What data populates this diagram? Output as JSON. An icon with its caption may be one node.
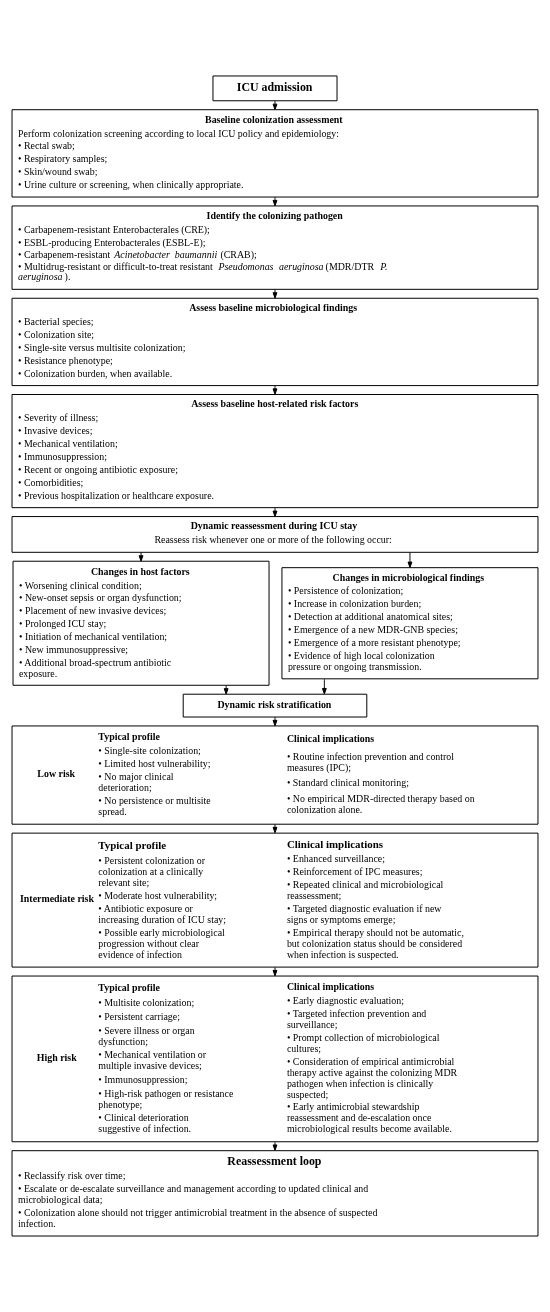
{
  "diagram": {
    "nodes": [
      {
        "text": [
          "ICU admission"
        ]
      },
      {
        "text": [
          "Baseline colonization assessment",
          "Perform colonization screening according to local ICU policy and epidemiology:",
          "• Rectal swab;",
          "• Respiratory samples;",
          "• Skin/wound swab;",
          "• Urine culture or screening, when clinically appropriate."
        ]
      },
      {
        "text": [
          "Identify the colonizing pathogen",
          "• Carbapenem-resistant Enterobacterales (CRE);",
          "• ESBL-producing Enterobacterales (ESBL-E);",
          "• Carbapenem-resistant *Acinetobacter baumannii* (CRAB);",
          "• Multidrug-resistant or difficult-to-treat resistant *Pseudomonas aeruginosa* (MDR/DTR *P. aeruginosa*)."
        ]
      },
      {
        "text": [
          "Assess baseline microbiological findings",
          "• Bacterial species;",
          "• Colonization site;",
          "• Single-site versus multisite colonization;",
          "• Resistance phenotype;",
          "• Colonization burden, when available."
        ]
      },
      {
        "text": [
          "Assess baseline host-related risk factors",
          "• Severity of illness;",
          "• Invasive devices;",
          "• Mechanical ventilation;",
          "• Immunosuppression;",
          "• Recent or ongoing antibiotic exposure;",
          "• Comorbidities;",
          "• Previous hospitalization or healthcare exposure."
        ]
      },
      {
        "text": [
          "Dynamic reassessment during ICU stay",
          "Reassess risk whenever one or more of the following occur:"
        ]
      },
      {
        "text": [
          "Changes in host factors",
          "• Worsening clinical condition;",
          "• New-onset sepsis or organ dysfunction;",
          "• Placement of new invasive devices;",
          "• Prolonged ICU stay;",
          "• Initiation of mechanical ventilation;",
          "• New immunosuppressive;",
          "• Additional broad-spectrum antibiotic exposure."
        ]
      },
      {
        "text": [
          "Changes in microbiological findings",
          "• Persistence of colonization;",
          "• Increase in colonization burden;",
          "• Detection at additional anatomical sites;",
          "• Emergence of a new MDR-GNB species;",
          "• Emergence of a more resistant phenotype;",
          "• Evidence of high local colonization pressure or ongoing transmission."
        ]
      },
      {
        "text": [
          "Dynamic risk stratification"
        ]
      },
      {
        "text": [
          "Low risk",
          "Typical profile",
          "• Single-site colonization;",
          "• Limited host vulnerability;",
          "• No major clinical deterioration;",
          "• No persistence or multisite spread.",
          "Clinical implications",
          "• Routine infection prevention and control measures (IPC);",
          "• Standard clinical monitoring;",
          "• No empirical MDR-directed therapy based on colonization alone."
        ]
      },
      {
        "text": [
          "Intermediate risk",
          "Typical profile",
          "• Persistent colonization or colonization at a clinically relevant site;",
          "• Moderate host vulnerability;",
          "• Antibiotic exposure or increasing duration of ICU stay;",
          "• Possible early microbiological progression without clear evidence of infection",
          "Clinical implications",
          "• Enhanced surveillance;",
          "• Reinforcement of IPC measures;",
          "• Repeated clinical and microbiological reassessment;",
          "• Targeted diagnostic evaluation if new signs or symptoms emerge;",
          "• Empirical therapy should not be automatic, but colonization status should be considered when infection is suspected."
        ]
      },
      {
        "text": [
          "High risk",
          "Typical profile",
          "• Multisite colonization;",
          "• Persistent carriage;",
          "• Severe illness or organ dysfunction;",
          "• Mechanical ventilation or multiple invasive devices;",
          "• Immunosuppression;",
          "• High-risk pathogen or resistance phenotype;",
          "• Clinical deterioration suggestive of infection.",
          "Clinical implications",
          "• Early diagnostic evaluation;",
          "• Targeted infection prevention and surveillance;",
          "• Prompt collection of microbiological cultures;",
          "• Consideration of empirical antimicrobial therapy active against the colonizing MDR pathogen when infection is clinically suspected;",
          "• Early antimicrobial stewardship reassessment and de-escalation once microbiological results become available."
        ]
      },
      {
        "text": [
          "Reassessment loop",
          "• Reclassify risk over time;",
          "• Escalate or de-escalate surveillance and management according to updated clinical and microbiological data;",
          "• Colonization alone should not trigger antimicrobial treatment in the absence of suspected infection."
        ]
      }
    ],
    "edges": [
      {
        "from": 0,
        "to": 1,
        "arrow": "to"
      },
      {
        "from": 1,
        "to": 2,
        "arrow": "to"
      },
      {
        "from": 2,
        "to": 3,
        "arrow": "to"
      },
      {
        "from": 3,
        "to": 4,
        "arrow": "to"
      },
      {
        "from": 4,
        "to": 5,
        "arrow": "to"
      },
      {
        "from": 5,
        "to": 6,
        "arrow": "to"
      },
      {
        "from": 5,
        "to": 7,
        "arrow": "to"
      },
      {
        "from": 6,
        "to": 8,
        "arrow": "to"
      },
      {
        "from": 7,
        "to": 8,
        "arrow": "to"
      },
      {
        "from": 8,
        "to": 9,
        "arrow": "to"
      },
      {
        "from": 9,
        "to": 10,
        "arrow": "to"
      },
      {
        "from": 10,
        "to": 11,
        "arrow": "to"
      },
      {
        "from": 11,
        "to": 12,
        "arrow": "to"
      }
    ]
  }
}
